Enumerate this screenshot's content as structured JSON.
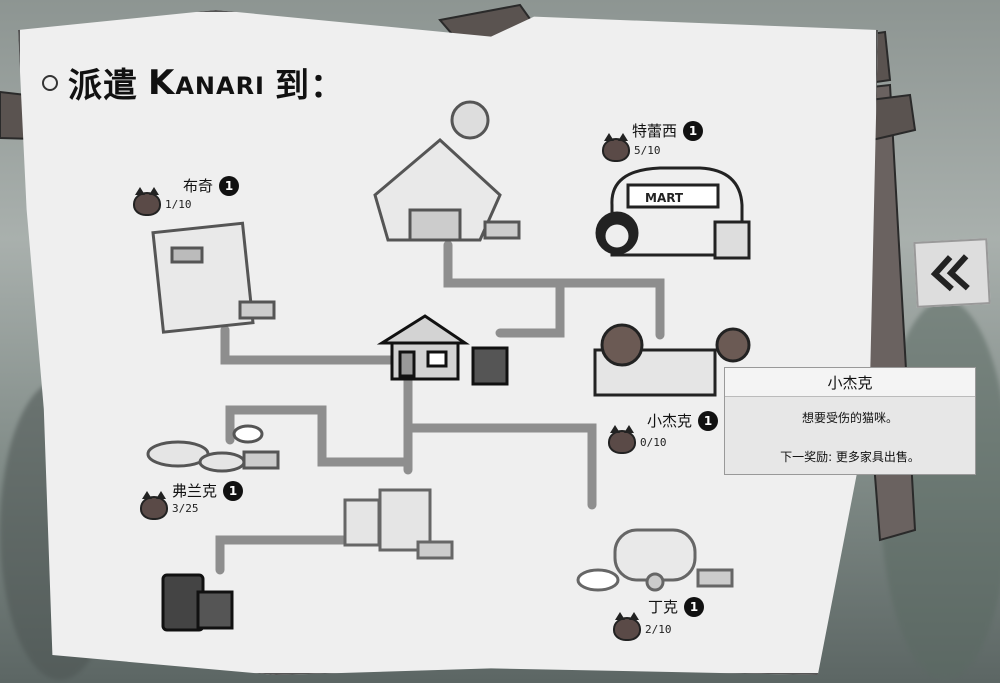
{
  "title": {
    "prefix": "派遣",
    "name": "Kanari",
    "suffix": "到："
  },
  "locations": [
    {
      "id": "buqi",
      "name": "布奇",
      "badge": "1",
      "count": "1/10"
    },
    {
      "id": "teleixi",
      "name": "特蕾西",
      "badge": "1",
      "count": "5/10"
    },
    {
      "id": "xiaojieke",
      "name": "小杰克",
      "badge": "1",
      "count": "0/10"
    },
    {
      "id": "fulanke",
      "name": "弗兰克",
      "badge": "1",
      "count": "3/25"
    },
    {
      "id": "dingke",
      "name": "丁克",
      "badge": "1",
      "count": "2/10"
    }
  ],
  "tooltip": {
    "title": "小杰克",
    "description": "想要受伤的猫咪。",
    "reward": "下一奖励: 更多家具出售。"
  },
  "mart_sign": "MART",
  "icons": {
    "back": "double-chevron-left-icon",
    "cat": "cat-head-icon"
  }
}
